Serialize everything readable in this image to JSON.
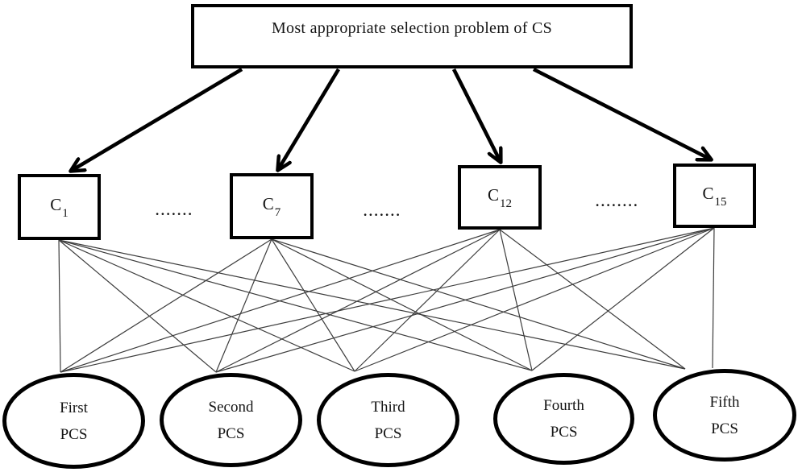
{
  "diagram": {
    "title": "Most appropriate selection problem of CS",
    "criteria": [
      {
        "base": "C",
        "sub": "1"
      },
      {
        "base": "C",
        "sub": "7"
      },
      {
        "base": "C",
        "sub": "12"
      },
      {
        "base": "C",
        "sub": "15"
      }
    ],
    "separators": [
      ".......",
      ".......",
      "........"
    ],
    "alternatives": [
      {
        "line1": "First",
        "line2": "PCS"
      },
      {
        "line1": "Second",
        "line2": "PCS"
      },
      {
        "line1": "Third",
        "line2": "PCS"
      },
      {
        "line1": "Fourth",
        "line2": "PCS"
      },
      {
        "line1": "Fifth",
        "line2": "PCS"
      }
    ],
    "colors": {
      "node_stroke": "#000000",
      "link_line": "#3d3d3d",
      "background": "#ffffff",
      "text": "#141414"
    }
  }
}
